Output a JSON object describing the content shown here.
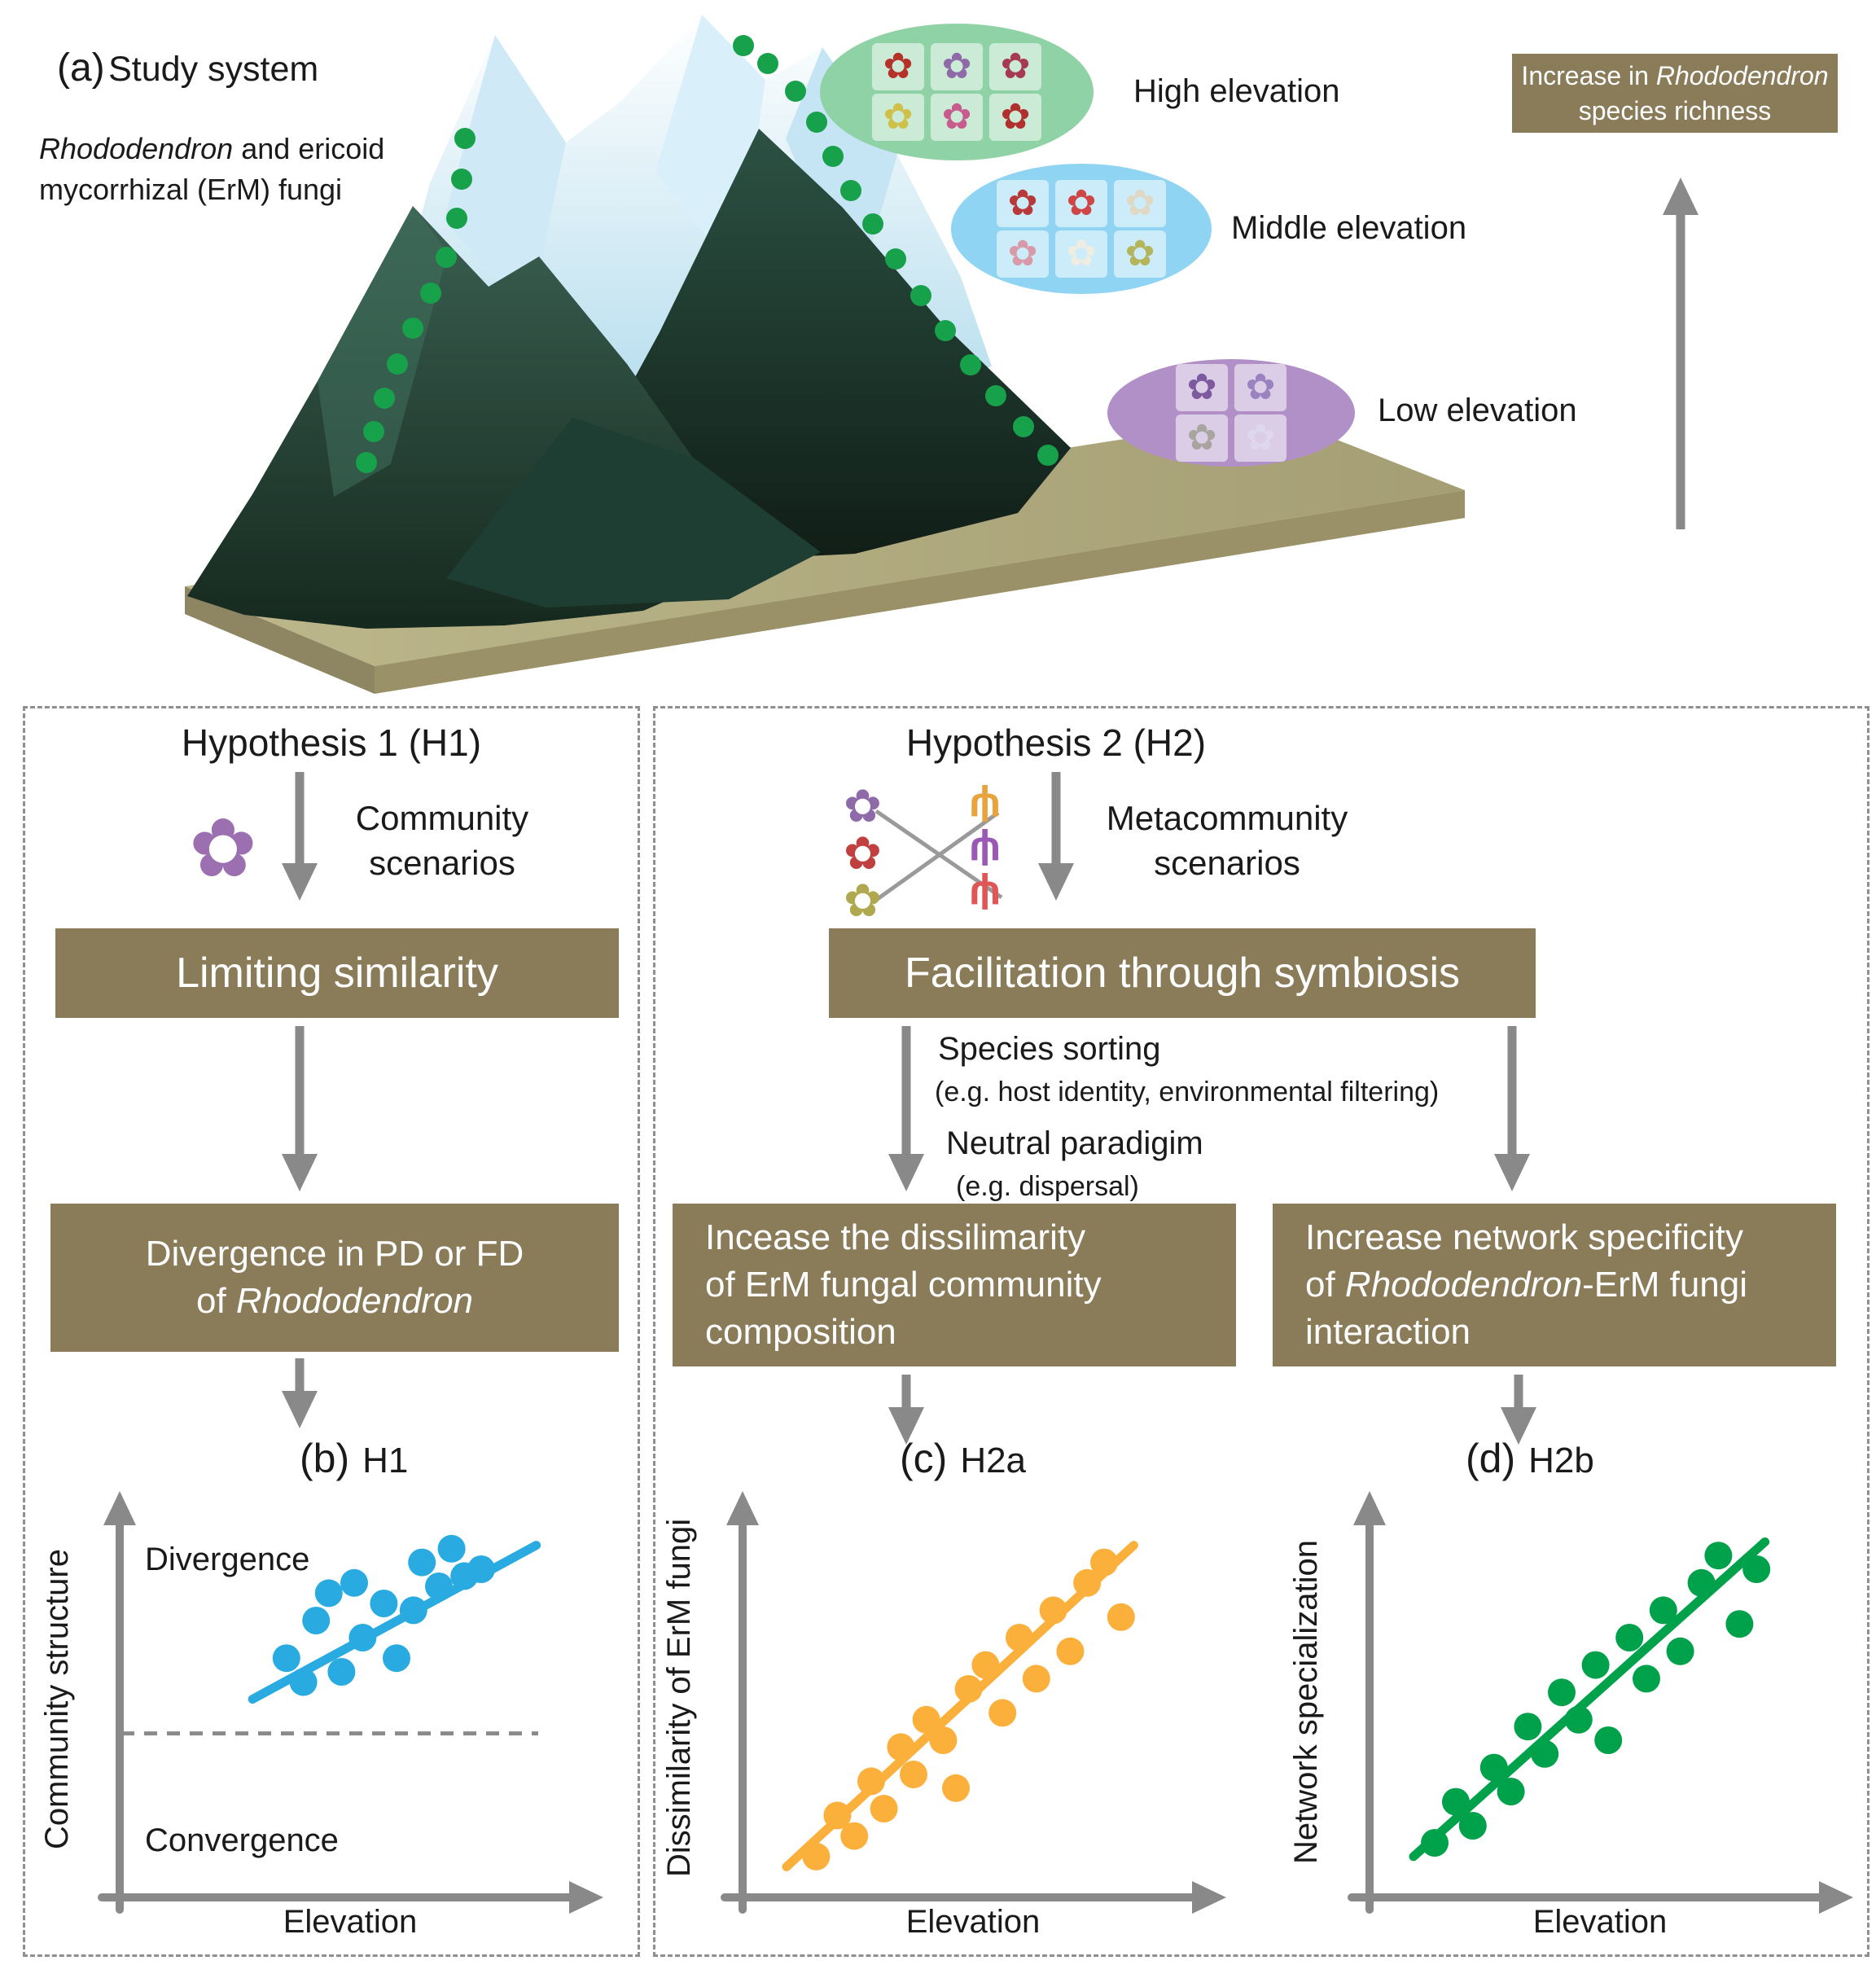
{
  "colors": {
    "box_brown": "#8a7b59",
    "arrow_gray": "#898989",
    "sample_dot_green": "#17a14b",
    "scatter_blue": "#29abe2",
    "scatter_orange": "#fbb03c",
    "scatter_green": "#00a14b"
  },
  "icons": {
    "flower": "✿",
    "root": "ψ"
  },
  "study": {
    "label": "(a)",
    "title": "Study system",
    "subtitle_italic": "Rhododendron",
    "subtitle_rest": " and ericoid",
    "subtitle_line2": "mycorrhizal (ErM) fungi",
    "elevation_groups": [
      {
        "label": "High elevation",
        "oval_color": "#8fd2a5",
        "flowers": [
          "#b5322a",
          "#8e6aa8",
          "#a63a52",
          "#cfc04a",
          "#c75b8d",
          "#b03030"
        ]
      },
      {
        "label": "Middle elevation",
        "oval_color": "#8fd4f2",
        "flowers": [
          "#b73939",
          "#d04545",
          "#ded8c4",
          "#d89aa8",
          "#efece2",
          "#b4b45a"
        ]
      },
      {
        "label": "Low elevation",
        "oval_color": "#b190c8",
        "flowers": [
          "#7d5a9e",
          "#9b82c0",
          "#a8a5a0",
          "#ded8ec"
        ]
      }
    ],
    "richness_box": {
      "line1_pre": "Increase in ",
      "line1_italic": "Rhododendron",
      "line2": "species richness"
    }
  },
  "h1": {
    "title": "Hypothesis 1 (H1)",
    "icon_flowers": [
      "#9b6fb0"
    ],
    "scenario_line1": "Community",
    "scenario_line2": "scenarios",
    "box_limiting": "Limiting similarity",
    "box_divergence_line1": "Divergence in PD or FD",
    "box_divergence_line2_pre": "of ",
    "box_divergence_line2_italic": "Rhododendron"
  },
  "h2": {
    "title": "Hypothesis 2 (H2)",
    "icon_flowers": [
      "#8e6aa8",
      "#c04040",
      "#b0a84e"
    ],
    "icon_roots": [
      "#e8a33d",
      "#9b59b6",
      "#e05555"
    ],
    "scenario_line1": "Metacommunity",
    "scenario_line2": "scenarios",
    "box_facilitation": "Facilitation through symbiosis",
    "species_sorting": "Species sorting",
    "species_sorting_eg": "(e.g. host identity, environmental filtering)",
    "neutral": "Neutral paradigim",
    "neutral_eg": "(e.g. dispersal)",
    "box_dissimilarity_line1": "Incease the dissilimarity",
    "box_dissimilarity_line2": "of ErM fungal community",
    "box_dissimilarity_line3": "composition",
    "box_network_line1": "Increase network specificity",
    "box_network_line2_pre": "of ",
    "box_network_line2_italic": "Rhododendron",
    "box_network_line2_post": "-ErM fungi",
    "box_network_line3": "interaction"
  },
  "mountain": {
    "dot_color": "#17a14b",
    "dot_radius": 13,
    "trail_left": [
      [
        421,
        160
      ],
      [
        417,
        210
      ],
      [
        411,
        258
      ],
      [
        398,
        306
      ],
      [
        379,
        350
      ],
      [
        357,
        393
      ],
      [
        338,
        437
      ],
      [
        322,
        479
      ],
      [
        309,
        520
      ],
      [
        300,
        558
      ]
    ],
    "trail_right": [
      [
        763,
        46
      ],
      [
        793,
        68
      ],
      [
        827,
        102
      ],
      [
        853,
        140
      ],
      [
        873,
        182
      ],
      [
        895,
        224
      ],
      [
        922,
        265
      ],
      [
        950,
        308
      ],
      [
        981,
        353
      ],
      [
        1011,
        396
      ],
      [
        1042,
        438
      ],
      [
        1073,
        476
      ],
      [
        1107,
        514
      ],
      [
        1137,
        549
      ]
    ]
  },
  "chart_data": [
    {
      "id": "b",
      "type": "scatter",
      "panel_label": "(b)",
      "panel_title": "H1",
      "xlabel": "Elevation",
      "ylabel": "Community structure",
      "point_color": "#29abe2",
      "annotations": {
        "top": "Divergence",
        "bottom": "Convergence"
      },
      "dashed_line_y": 0.42,
      "trend": [
        [
          0.26,
          0.52
        ],
        [
          0.93,
          0.97
        ]
      ],
      "points": [
        [
          0.34,
          0.64
        ],
        [
          0.38,
          0.57
        ],
        [
          0.41,
          0.75
        ],
        [
          0.44,
          0.83
        ],
        [
          0.47,
          0.6
        ],
        [
          0.5,
          0.86
        ],
        [
          0.52,
          0.7
        ],
        [
          0.57,
          0.8
        ],
        [
          0.6,
          0.64
        ],
        [
          0.64,
          0.78
        ],
        [
          0.66,
          0.92
        ],
        [
          0.7,
          0.85
        ],
        [
          0.73,
          0.96
        ],
        [
          0.76,
          0.88
        ],
        [
          0.8,
          0.9
        ]
      ]
    },
    {
      "id": "c",
      "type": "scatter",
      "panel_label": "(c)",
      "panel_title": "H2a",
      "xlabel": "Elevation",
      "ylabel": "Dissimilarity of ErM fungi",
      "point_color": "#fbb03c",
      "trend": [
        [
          0.05,
          0.03
        ],
        [
          0.87,
          0.97
        ]
      ],
      "points": [
        [
          0.12,
          0.06
        ],
        [
          0.17,
          0.18
        ],
        [
          0.21,
          0.12
        ],
        [
          0.25,
          0.28
        ],
        [
          0.28,
          0.2
        ],
        [
          0.32,
          0.38
        ],
        [
          0.35,
          0.3
        ],
        [
          0.38,
          0.46
        ],
        [
          0.42,
          0.4
        ],
        [
          0.45,
          0.26
        ],
        [
          0.48,
          0.55
        ],
        [
          0.52,
          0.62
        ],
        [
          0.56,
          0.48
        ],
        [
          0.6,
          0.7
        ],
        [
          0.64,
          0.58
        ],
        [
          0.68,
          0.78
        ],
        [
          0.72,
          0.66
        ],
        [
          0.76,
          0.86
        ],
        [
          0.8,
          0.92
        ],
        [
          0.84,
          0.76
        ]
      ]
    },
    {
      "id": "d",
      "type": "scatter",
      "panel_label": "(d)",
      "panel_title": "H2b",
      "xlabel": "Elevation",
      "ylabel": "Network specialization",
      "point_color": "#00a14b",
      "trend": [
        [
          0.05,
          0.06
        ],
        [
          0.88,
          0.98
        ]
      ],
      "points": [
        [
          0.1,
          0.1
        ],
        [
          0.15,
          0.22
        ],
        [
          0.19,
          0.15
        ],
        [
          0.24,
          0.32
        ],
        [
          0.28,
          0.25
        ],
        [
          0.32,
          0.44
        ],
        [
          0.36,
          0.36
        ],
        [
          0.4,
          0.54
        ],
        [
          0.44,
          0.46
        ],
        [
          0.48,
          0.62
        ],
        [
          0.51,
          0.4
        ],
        [
          0.56,
          0.7
        ],
        [
          0.6,
          0.58
        ],
        [
          0.64,
          0.78
        ],
        [
          0.68,
          0.66
        ],
        [
          0.73,
          0.86
        ],
        [
          0.77,
          0.94
        ],
        [
          0.82,
          0.74
        ],
        [
          0.86,
          0.9
        ]
      ]
    }
  ]
}
